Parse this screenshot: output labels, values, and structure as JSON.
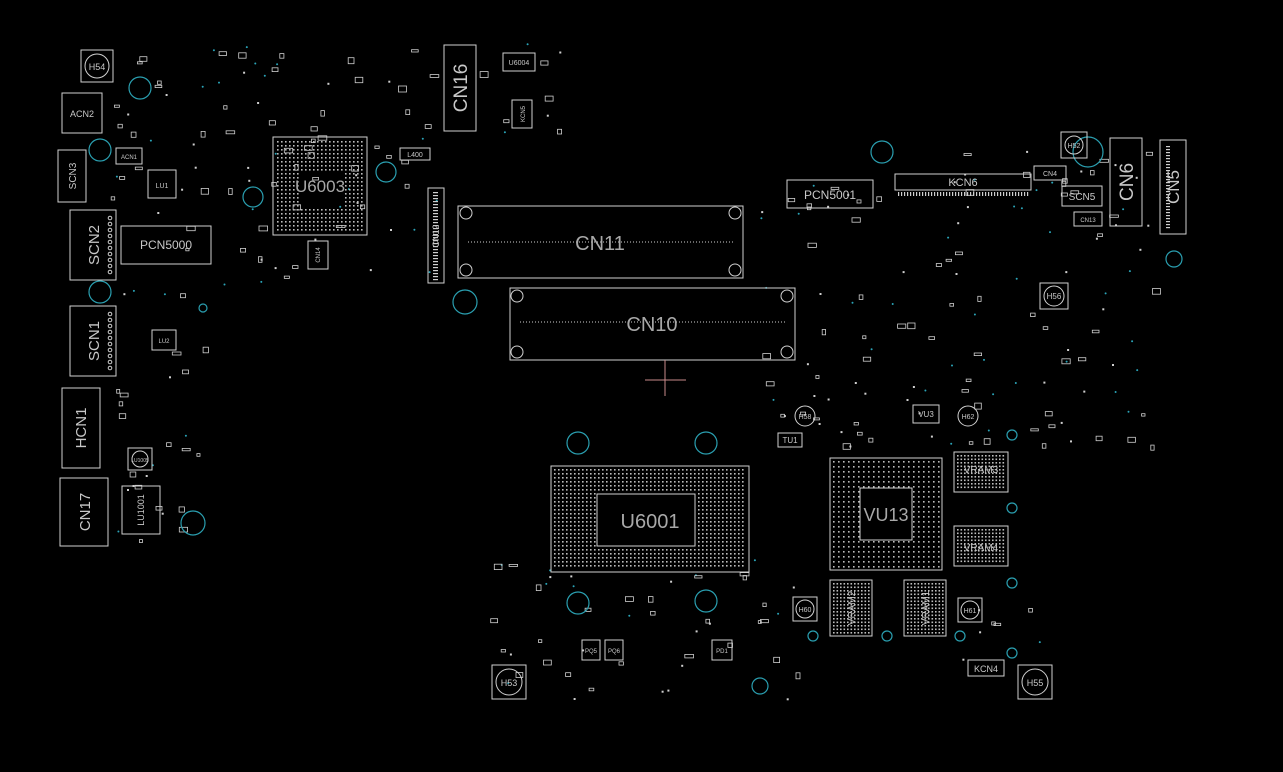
{
  "board": {
    "background": "#000000",
    "outline_color": "#d0d0d0",
    "hole_color": "#2a9fb0",
    "labels": {
      "cn16": "CN16",
      "u6004": "U6004",
      "kcn5": "KCN5",
      "h54": "H54",
      "acn2": "ACN2",
      "acn1": "ACN1",
      "u6003": "U6003",
      "scn2": "SCN2",
      "pcn5000": "PCN5000",
      "lu1": "LU1",
      "cn12": "CN12",
      "cn14": "CN14",
      "cn11": "CN11",
      "cn10": "CN10",
      "scn3": "SCN3",
      "lu2": "LU2",
      "scn1": "SCN1",
      "hcn1": "HCN1",
      "lu1005": "LU1005",
      "cn17": "CN17",
      "lu1001": "LU1001",
      "u6001": "U6001",
      "pcn5001": "PCN5001",
      "kcn6": "KCN6",
      "cn4": "CN4",
      "scn5": "SCN5",
      "cn13": "CN13",
      "cn6": "CN6",
      "cn5": "CN5",
      "h52": "H52",
      "h56": "H56",
      "h58": "H58",
      "h62": "H62",
      "vu3": "VU3",
      "tu1": "TU1",
      "vu13": "VU13",
      "vram3": "VRAM3",
      "vram4": "VRAM4",
      "vram2": "VRAM2",
      "vram1": "VRAM1",
      "h60": "H60",
      "h61": "H61",
      "kcn4": "KCN4",
      "h55": "H55",
      "h53": "H53",
      "pq5": "PQ5",
      "pq6": "PQ6",
      "pd1": "PD1",
      "l400": "L400"
    }
  }
}
